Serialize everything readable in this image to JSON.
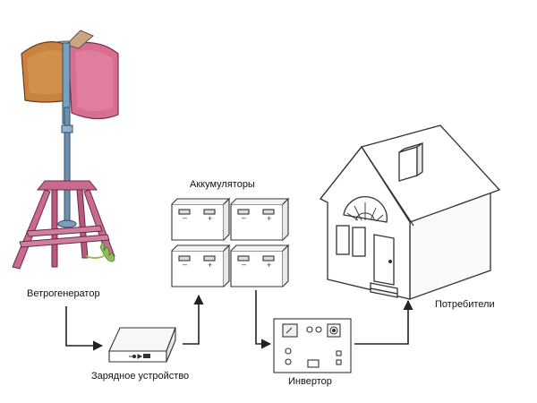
{
  "labels": {
    "wind_generator": "Ветрогенератор",
    "batteries": "Аккумуляторы",
    "charger": "Зарядное устройство",
    "inverter": "Инвертор",
    "consumers": "Потребители"
  },
  "colors": {
    "blade_orange": "#c9823f",
    "blade_pink": "#d86f8f",
    "mast_blue": "#6f8fb0",
    "stand_pink": "#c96b91",
    "grass_green": "#8fbf5a",
    "line": "#222222"
  }
}
